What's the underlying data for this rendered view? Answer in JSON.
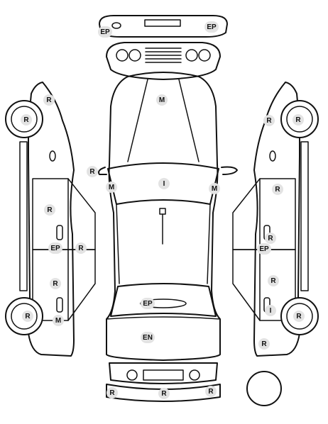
{
  "markers": [
    {
      "code": "EP"
    },
    {
      "code": "EP"
    },
    {
      "code": "M"
    },
    {
      "code": "R"
    },
    {
      "code": "R"
    },
    {
      "code": "R"
    },
    {
      "code": "R"
    },
    {
      "code": "R"
    },
    {
      "code": "M"
    },
    {
      "code": "I"
    },
    {
      "code": "M"
    },
    {
      "code": "R"
    },
    {
      "code": "R"
    },
    {
      "code": "R"
    },
    {
      "code": "EP"
    },
    {
      "code": "R"
    },
    {
      "code": "EP"
    },
    {
      "code": "R"
    },
    {
      "code": "R"
    },
    {
      "code": "EP"
    },
    {
      "code": "R"
    },
    {
      "code": "M"
    },
    {
      "code": "I"
    },
    {
      "code": "R"
    },
    {
      "code": "EN"
    },
    {
      "code": "R"
    },
    {
      "code": "R"
    },
    {
      "code": "R"
    },
    {
      "code": "R"
    }
  ]
}
